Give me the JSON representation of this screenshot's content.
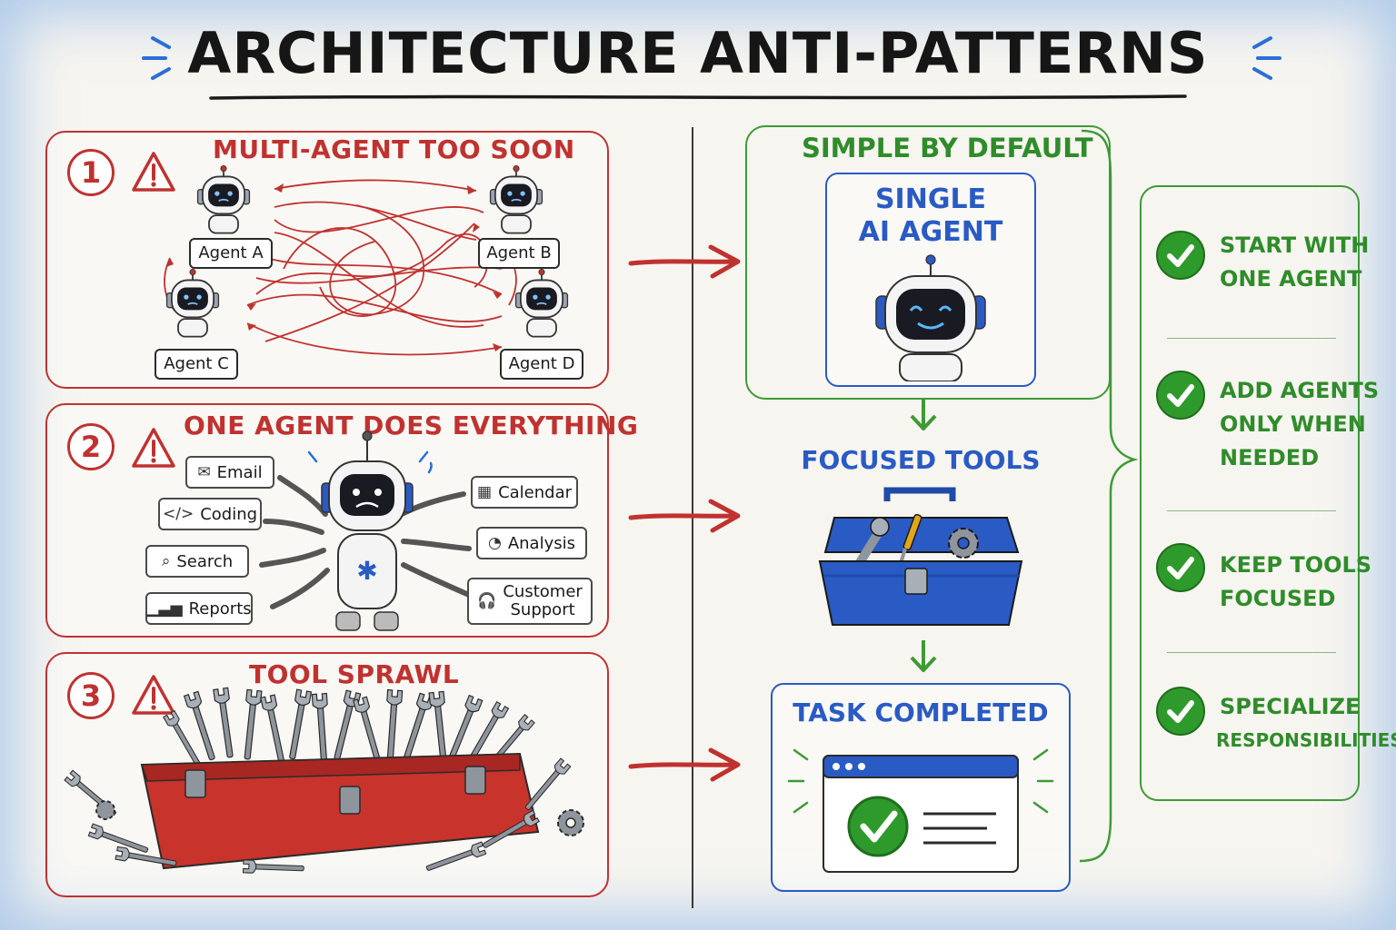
{
  "title": "ARCHITECTURE ANTI-PATTERNS",
  "anti_patterns": [
    {
      "number": "1",
      "title": "MULTI-AGENT TOO SOON",
      "agents": [
        "Agent A",
        "Agent B",
        "Agent C",
        "Agent D"
      ]
    },
    {
      "number": "2",
      "title": "ONE AGENT DOES EVERYTHING",
      "tasks": {
        "email": "Email",
        "coding": "Coding",
        "search": "Search",
        "reports": "Reports",
        "calendar": "Calendar",
        "analysis": "Analysis",
        "customer_support_line1": "Customer",
        "customer_support_line2": "Support"
      }
    },
    {
      "number": "3",
      "title": "TOOL SPRAWL"
    }
  ],
  "solution": {
    "title": "SIMPLE BY DEFAULT",
    "single_agent_line1": "SINGLE",
    "single_agent_line2": "AI AGENT",
    "focused_tools": "FOCUSED TOOLS",
    "task_completed": "TASK COMPLETED"
  },
  "principles": [
    {
      "line1": "START WITH",
      "line2": "ONE AGENT",
      "line3": ""
    },
    {
      "line1": "ADD AGENTS",
      "line2": "ONLY WHEN",
      "line3": "NEEDED"
    },
    {
      "line1": "KEEP TOOLS",
      "line2": "FOCUSED",
      "line3": ""
    },
    {
      "line1": "SPECIALIZE",
      "line2": "RESPONSIBILITIES",
      "line3": ""
    }
  ],
  "colors": {
    "anti_pattern_red": "#c0322f",
    "solution_green": "#2f8c2a",
    "solution_blue": "#2a5bc4",
    "background": "#f7f5f0"
  },
  "icons": {
    "warning": "warning-triangle-icon",
    "check": "check-circle-icon",
    "arrow": "arrow-right-icon",
    "arrow_down": "arrow-down-icon"
  }
}
